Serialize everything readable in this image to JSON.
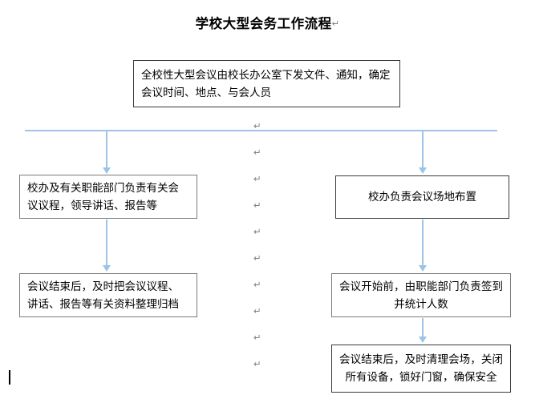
{
  "document": {
    "title": "学校大型会务工作流程",
    "pilcrow": "↵"
  },
  "flowchart": {
    "type": "flowchart",
    "orientation": "top-down, two parallel branches",
    "nodes": [
      {
        "id": "box-top",
        "role": "start",
        "text": "全校性大型会议由校长办公室下发文件、通知，确定会议时间、地点、与会人员",
        "align": "left"
      },
      {
        "id": "box-left-1",
        "role": "left-branch-step-1",
        "text": "校办及有关职能部门负责有关会议议程，领导讲话、报告等",
        "align": "left"
      },
      {
        "id": "box-left-2",
        "role": "left-branch-step-2",
        "text": "会议结束后，及时把会议议程、讲话、报告等有关资料整理归档",
        "align": "left"
      },
      {
        "id": "box-right-1",
        "role": "right-branch-step-1",
        "text": "校办负责会议场地布置",
        "align": "center"
      },
      {
        "id": "box-right-2",
        "role": "right-branch-step-2",
        "text": "会议开始前，由职能部门负责签到并统计人数",
        "align": "justify-center"
      },
      {
        "id": "box-right-3",
        "role": "right-branch-step-3",
        "text": "会议结束后，及时清理会场，关闭所有设备，锁好门窗，确保安全",
        "align": "justify-center"
      }
    ],
    "edges": [
      {
        "from": "box-top",
        "to": "box-left-1",
        "style": "split-then-down-arrow"
      },
      {
        "from": "box-top",
        "to": "box-right-1",
        "style": "split-then-down-arrow"
      },
      {
        "from": "box-left-1",
        "to": "box-left-2",
        "style": "down-arrow"
      },
      {
        "from": "box-right-1",
        "to": "box-right-2",
        "style": "down-arrow"
      },
      {
        "from": "box-right-2",
        "to": "box-right-3",
        "style": "down-arrow"
      }
    ],
    "colors": {
      "connector": "#9dc3e6",
      "box_border": "#7b7b7b",
      "box_border_dark": "#3a3a3a",
      "text": "#000000",
      "paragraph_mark": "#808080",
      "background": "#ffffff"
    }
  },
  "paragraph_marks": {
    "glyph": "↵",
    "count": 10
  }
}
